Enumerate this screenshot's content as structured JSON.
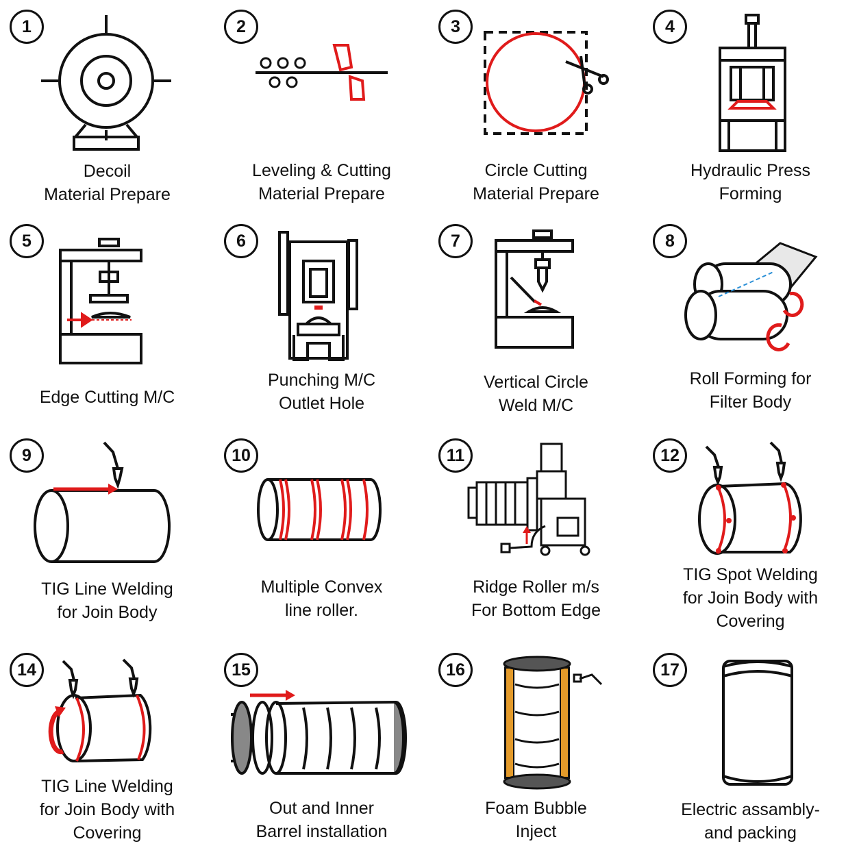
{
  "steps": [
    {
      "num": "1",
      "line1": "Decoil",
      "line2": "Material Prepare",
      "line3": ""
    },
    {
      "num": "2",
      "line1": "Leveling & Cutting",
      "line2": "Material Prepare",
      "line3": ""
    },
    {
      "num": "3",
      "line1": "Circle Cutting",
      "line2": "Material Prepare",
      "line3": ""
    },
    {
      "num": "4",
      "line1": "Hydraulic Press",
      "line2": "Forming",
      "line3": ""
    },
    {
      "num": "5",
      "line1": "Edge Cutting M/C",
      "line2": "",
      "line3": ""
    },
    {
      "num": "6",
      "line1": "Punching M/C",
      "line2": "Outlet Hole",
      "line3": ""
    },
    {
      "num": "7",
      "line1": "Vertical Circle",
      "line2": "Weld M/C",
      "line3": ""
    },
    {
      "num": "8",
      "line1": "Roll Forming for",
      "line2": "Filter Body",
      "line3": ""
    },
    {
      "num": "9",
      "line1": "TIG Line Welding",
      "line2": "for Join Body",
      "line3": ""
    },
    {
      "num": "10",
      "line1": "Multiple Convex",
      "line2": "line roller.",
      "line3": ""
    },
    {
      "num": "11",
      "line1": "Ridge Roller m/s",
      "line2": "For Bottom Edge",
      "line3": ""
    },
    {
      "num": "12",
      "line1": "TIG Spot Welding",
      "line2": "for Join Body with",
      "line3": "Covering"
    },
    {
      "num": "14",
      "line1": "TIG Line Welding",
      "line2": "for Join Body with",
      "line3": "Covering"
    },
    {
      "num": "15",
      "line1": "Out and Inner",
      "line2": "Barrel installation",
      "line3": ""
    },
    {
      "num": "16",
      "line1": "Foam Bubble",
      "line2": "Inject",
      "line3": ""
    },
    {
      "num": "17",
      "line1": "Electric assambly-",
      "line2": "and packing",
      "line3": ""
    }
  ],
  "colors": {
    "line": "#111111",
    "accent": "#e01b1b",
    "foam": "#e39a2a",
    "dash": "#2a8fd6"
  }
}
